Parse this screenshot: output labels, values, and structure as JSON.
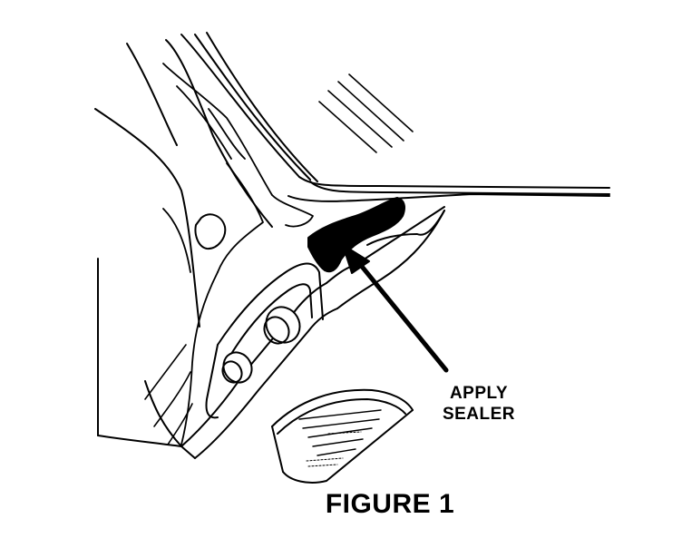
{
  "callout": {
    "line1": "APPLY",
    "line2": "SEALER"
  },
  "caption": "FIGURE 1",
  "colors": {
    "ink": "#000000",
    "paper": "#ffffff"
  }
}
